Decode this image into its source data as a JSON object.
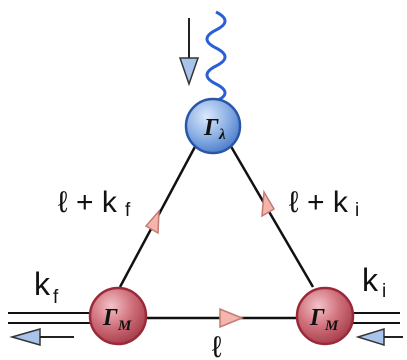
{
  "colors": {
    "vertex_blue_fill": "#8fb3e6",
    "vertex_blue_stroke": "#2b56a8",
    "vertex_red_fill": "#cf6f7a",
    "vertex_red_stroke": "#9a2a3a",
    "arrow_fill": "#f4b5ad",
    "arrow_stroke": "#c47a73",
    "incoming_arrow_fill": "#a9c4ea",
    "photon_color": "#2a5fd6"
  },
  "vertices": {
    "top": {
      "symbol": "Γ",
      "subscript": "λ"
    },
    "left": {
      "symbol": "Γ",
      "subscript": "M"
    },
    "right": {
      "symbol": "Γ",
      "subscript": "M"
    }
  },
  "labels": {
    "left_edge": {
      "main": "ℓ + k",
      "sub": "f"
    },
    "right_edge": {
      "main": "ℓ + k",
      "sub": "i"
    },
    "bottom_edge": "ℓ",
    "left_external": {
      "main": "k",
      "sub": "f"
    },
    "right_external": {
      "main": "k",
      "sub": "i"
    }
  }
}
